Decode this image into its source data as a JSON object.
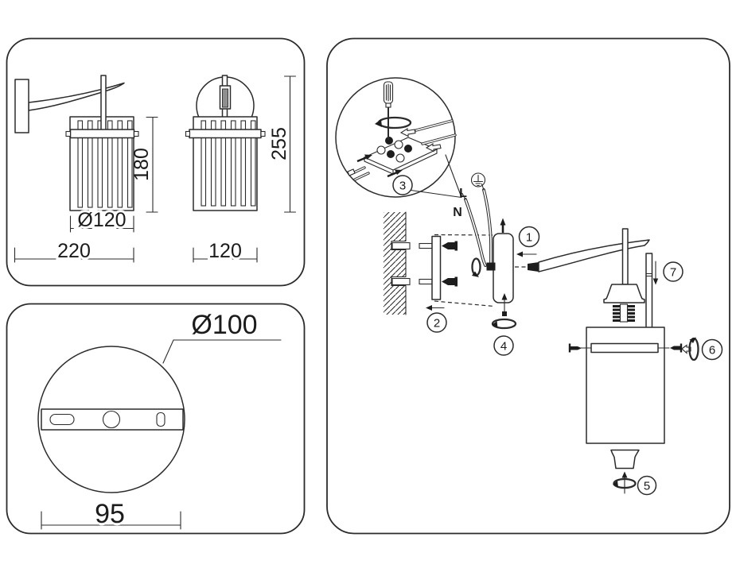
{
  "page": {
    "background": "#ffffff",
    "line_color": "#2b2b2b"
  },
  "panels": {
    "dimensions": {
      "side_view": {
        "overall_width": "220",
        "shade_diameter": "Ø120",
        "shade_height": "180"
      },
      "front_view": {
        "width": "120",
        "overall_height": "255"
      }
    },
    "mounting_plate": {
      "plate_diameter": "Ø100",
      "hole_spacing": "95"
    },
    "installation": {
      "steps": [
        "1",
        "2",
        "3",
        "4",
        "5",
        "6",
        "7"
      ],
      "wires": {
        "line": "L",
        "neutral": "N"
      },
      "icons": {
        "ground": "earth-ground-symbol",
        "rotate": "turn-direction-arrow",
        "screwdriver": "flat-screwdriver",
        "terminal_block": "3-pole-terminal-block"
      }
    }
  }
}
